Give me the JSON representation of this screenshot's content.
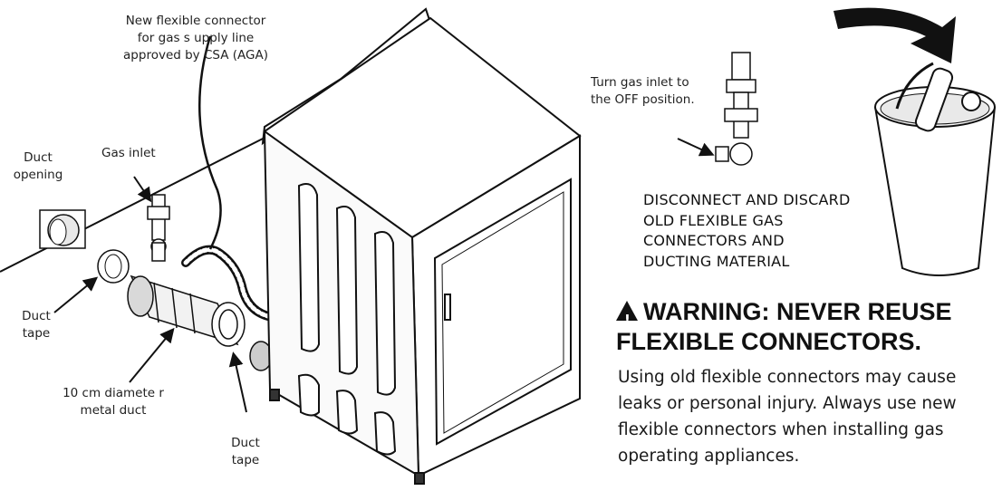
{
  "labels": {
    "connector": [
      "New flexible connector",
      "for gas s upply line",
      "approved by CSA (AGA)"
    ],
    "gas_inlet": "Gas inlet",
    "duct_opening": [
      "Duct",
      "opening"
    ],
    "duct_tape_left": [
      "Duct",
      "tape"
    ],
    "metal_duct": [
      "10 cm diamete r",
      "metal duct"
    ],
    "duct_tape_bottom": [
      "Duct",
      "tape"
    ],
    "turn_off": [
      "Turn gas inlet to",
      "the OFF position."
    ]
  },
  "instruction": [
    "DISCONNECT AND DISCARD",
    "OLD FLEXIBLE  GAS",
    "CONNECTORS AND",
    "DUCTING MATERIAL"
  ],
  "warning": {
    "title": [
      "WARNING: NEVER REUSE",
      "FLEXIBLE CONNECTORS."
    ],
    "body": [
      "Using old flexible connectors may cause",
      "leaks or  personal injury. Always use new",
      "flexible connectors when installing gas",
      "operating appliances."
    ]
  },
  "icons": [
    "warning-triangle-icon",
    "curved-arrow-icon",
    "trash-can-icon",
    "gas-valve-icon",
    "dryer-illustration"
  ]
}
